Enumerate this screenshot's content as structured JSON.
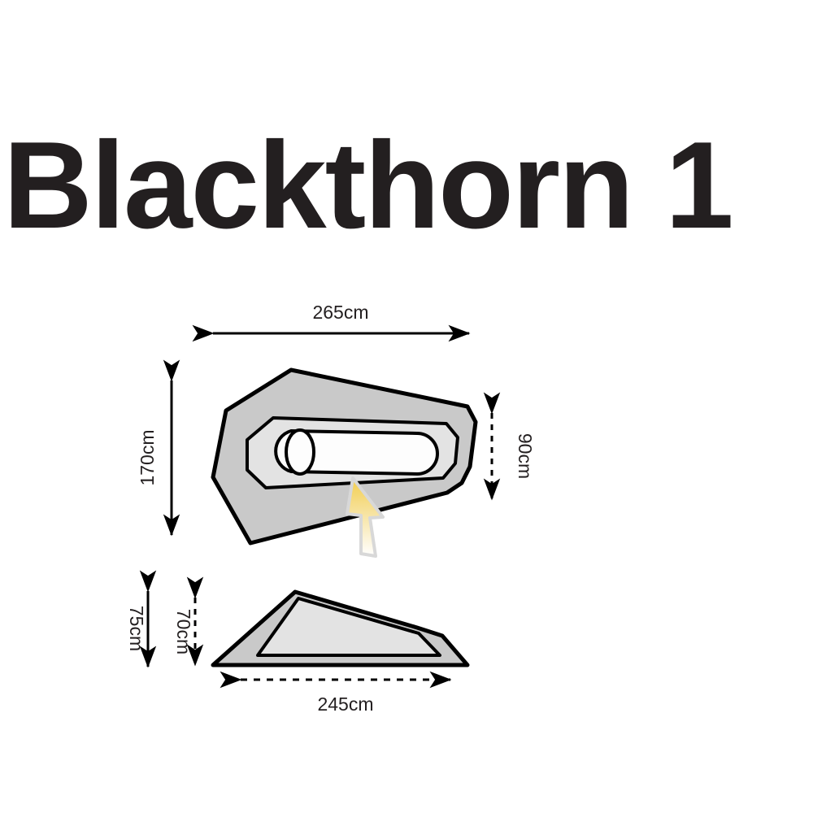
{
  "title": "Blackthorn 1",
  "diagram": {
    "kind": "tent-dimension-diagram",
    "plan_view": {
      "name": "plan-view",
      "width_label": "265cm",
      "depth_label": "170cm",
      "rear_width_label": "90cm"
    },
    "side_view": {
      "name": "side-view",
      "outer_height_label": "75cm",
      "inner_height_label": "70cm",
      "length_label": "245cm"
    },
    "entrance_marker": "door-arrow"
  },
  "colors": {
    "ink": "#231f20",
    "outline": "#000000",
    "fly_fill": "#c9c9c9",
    "inner_fill": "#e3e3e3",
    "mat_fill": "#fdfdfd",
    "arrow_top": "#f2cd4d",
    "arrow_bottom": "#ffffff",
    "arrow_stroke": "#d8d8d8",
    "background": "#ffffff"
  }
}
